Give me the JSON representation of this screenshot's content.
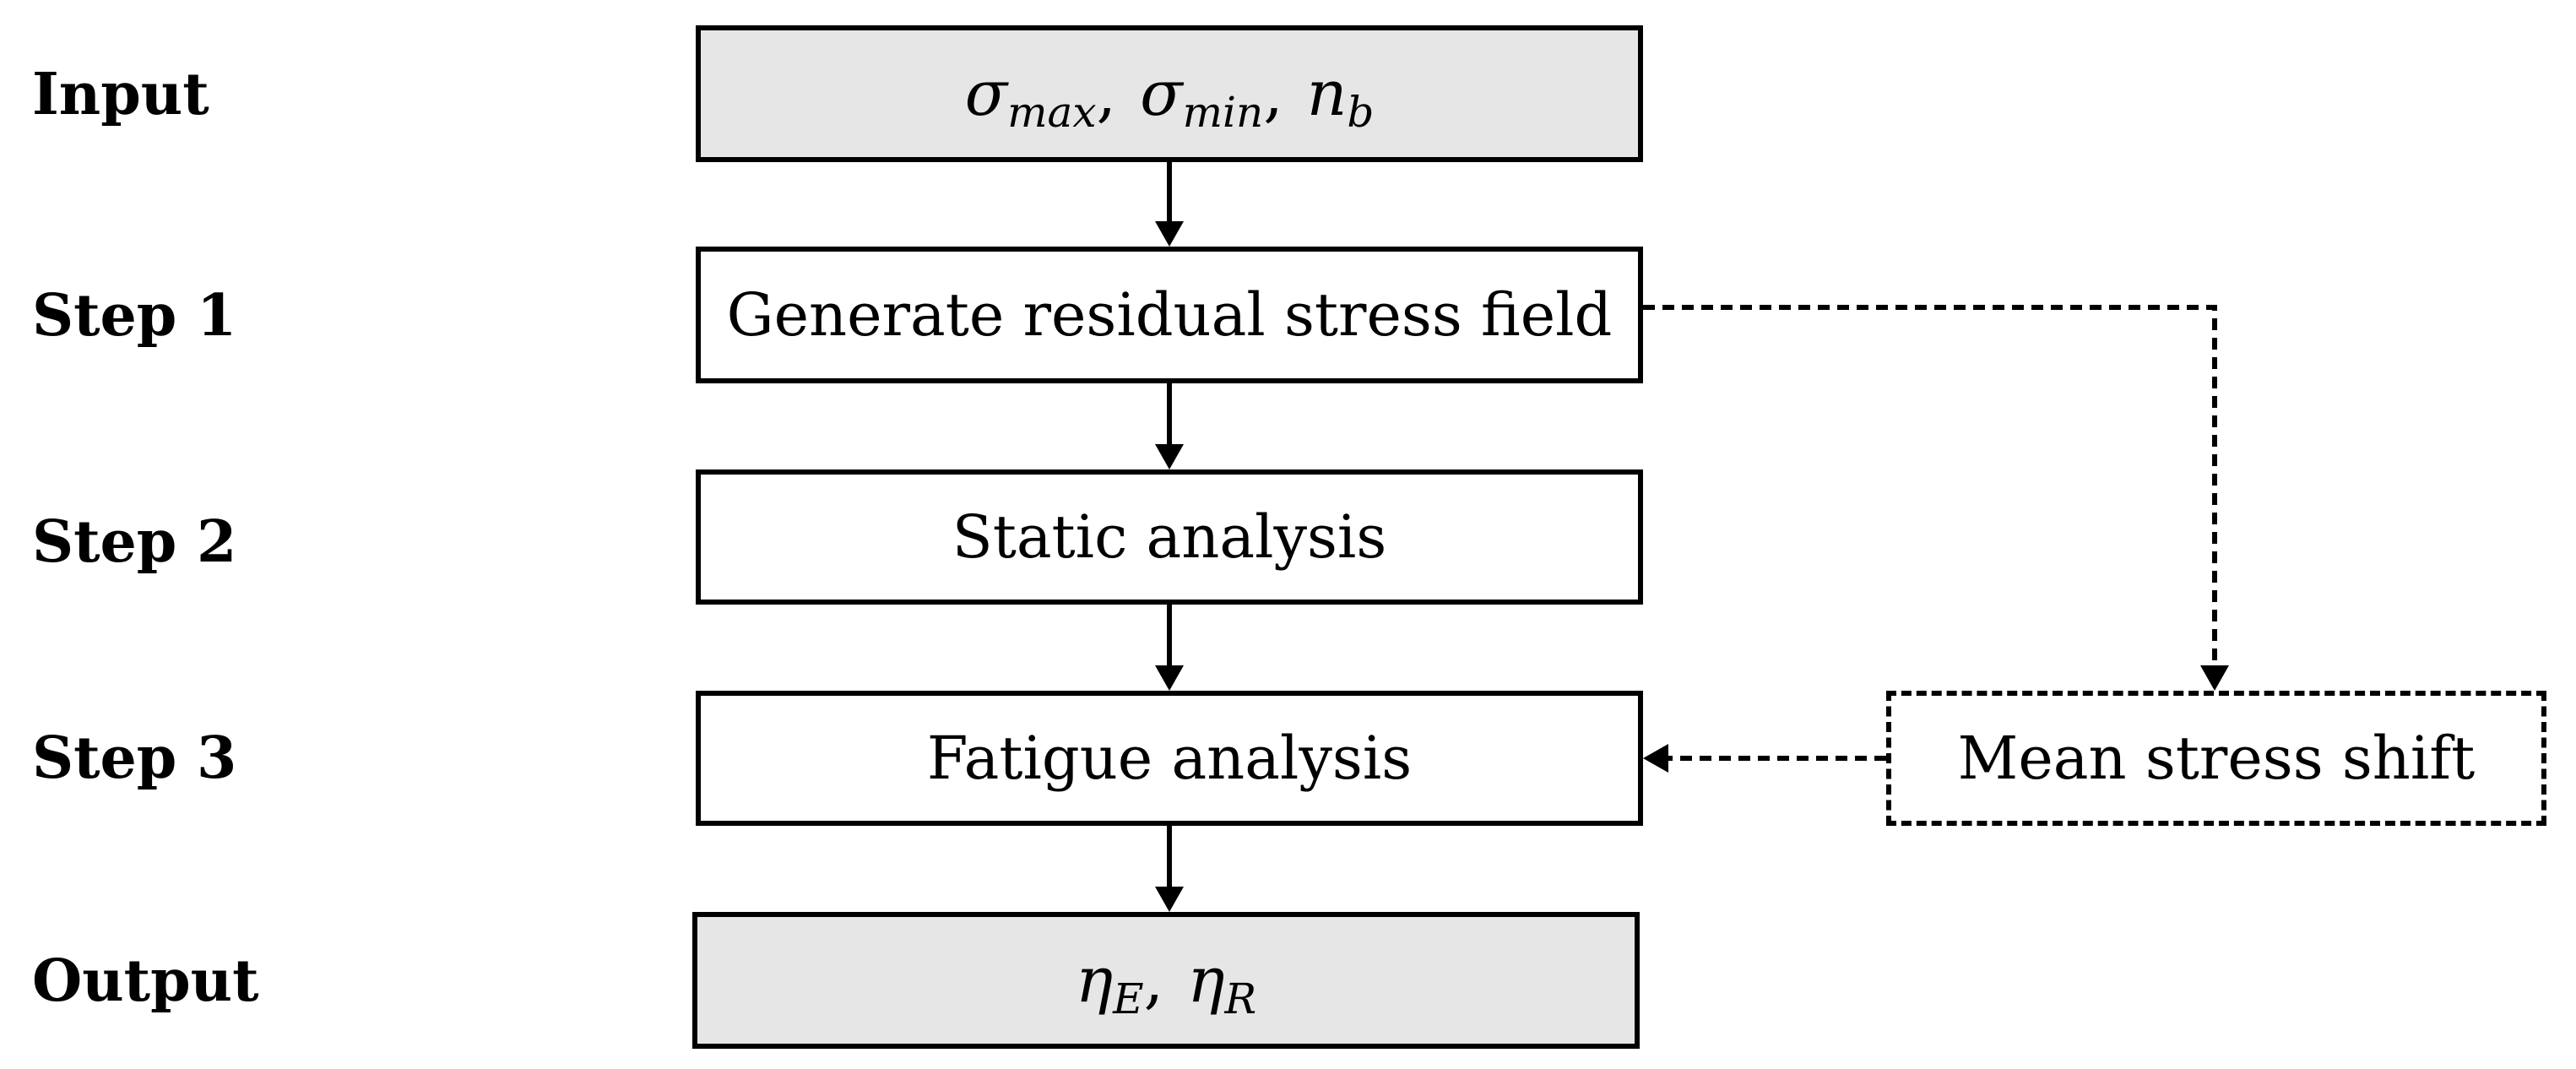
{
  "rows": {
    "input": "Input",
    "step1": "Step 1",
    "step2": "Step 2",
    "step3": "Step 3",
    "output": "Output"
  },
  "boxes": {
    "input": {
      "sigma": "σ",
      "max_sub": "max",
      "min_sub": "min",
      "n": "n",
      "b_sub": "b",
      "comma": ","
    },
    "step1": "Generate residual stress field",
    "step2": "Static analysis",
    "step3": "Fatigue analysis",
    "side": "Mean stress shift",
    "output": {
      "eta": "η",
      "e_sub": "E",
      "r_sub": "R",
      "comma": ","
    }
  },
  "colors": {
    "shaded_fill": "#e6e6e6",
    "line": "#000000"
  }
}
